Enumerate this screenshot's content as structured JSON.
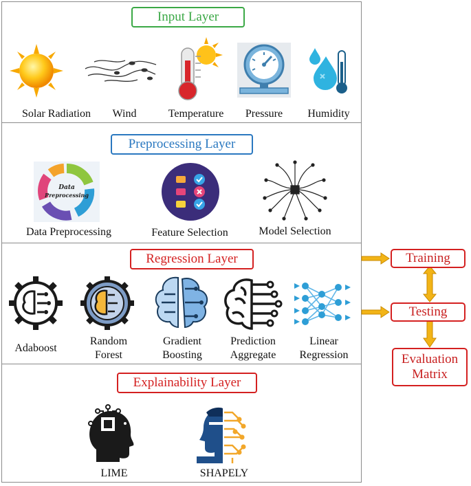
{
  "layers": {
    "input": {
      "title": "Input Layer",
      "color": "#3aa845",
      "items": [
        "Solar Radiation",
        "Wind",
        "Temperature",
        "Pressure",
        "Humidity"
      ]
    },
    "preprocessing": {
      "title": "Preprocessing Layer",
      "color": "#2a78c0",
      "items": [
        "Data Preprocessing",
        "Feature Selection",
        "Model Selection"
      ],
      "cycle_center_line1": "Data",
      "cycle_center_line2": "Preprocessing"
    },
    "regression": {
      "title": "Regression Layer",
      "color": "#d42020",
      "items": [
        {
          "line1": "Adaboost",
          "line2": ""
        },
        {
          "line1": "Random",
          "line2": "Forest"
        },
        {
          "line1": "Gradient",
          "line2": "Boosting"
        },
        {
          "line1": "Prediction",
          "line2": "Aggregate"
        },
        {
          "line1": "Linear",
          "line2": "Regression"
        }
      ]
    },
    "explainability": {
      "title": "Explainability Layer",
      "color": "#d42020",
      "items": [
        "LIME",
        "SHAPELY"
      ]
    }
  },
  "flow": {
    "training": "Training",
    "testing": "Testing",
    "evaluation_line1": "Evaluation",
    "evaluation_line2": "Matrix",
    "box_color": "#d42020",
    "arrow_color": "#f2b417"
  }
}
